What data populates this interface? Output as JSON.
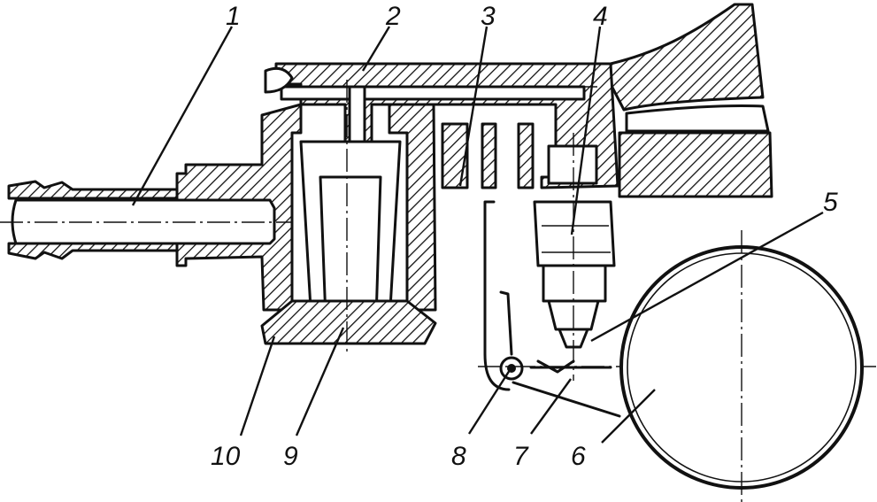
{
  "diagram": {
    "labels": [
      {
        "id": "1",
        "text": "1"
      },
      {
        "id": "2",
        "text": "2"
      },
      {
        "id": "3",
        "text": "3"
      },
      {
        "id": "4",
        "text": "4"
      },
      {
        "id": "5",
        "text": "5"
      },
      {
        "id": "6",
        "text": "6"
      },
      {
        "id": "7",
        "text": "7"
      },
      {
        "id": "8",
        "text": "8"
      },
      {
        "id": "9",
        "text": "9"
      },
      {
        "id": "10",
        "text": "10"
      }
    ]
  }
}
